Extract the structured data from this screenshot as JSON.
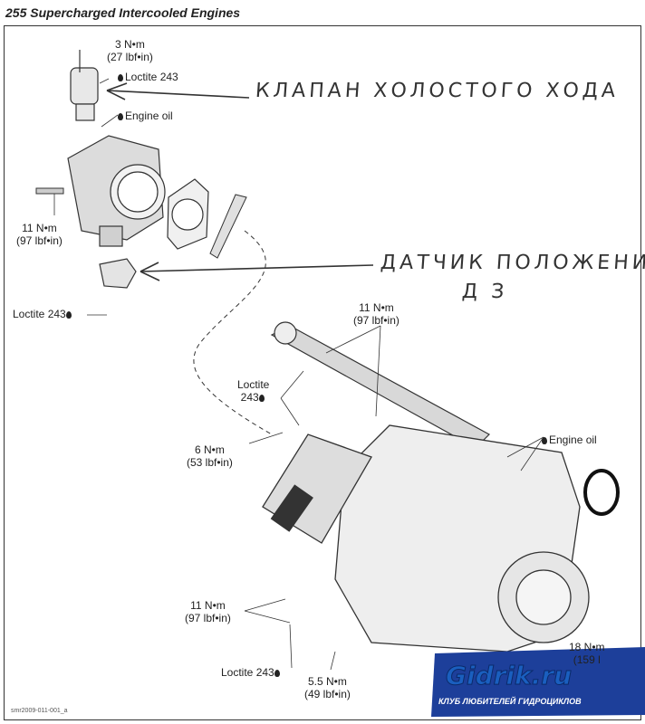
{
  "header": {
    "title": "255 Supercharged Intercooled Engines"
  },
  "labels": {
    "torque_3nm": "3 N•m",
    "torque_3nm_imp": "(27 lbf•in)",
    "loctite_top": "Loctite 243",
    "engine_oil_top": "Engine oil",
    "torque_11nm_left": "11 N•m",
    "torque_11nm_left_imp": "(97 lbf•in)",
    "loctite_left": "Loctite 243",
    "torque_11nm_rail": "11 N•m",
    "torque_11nm_rail_imp": "(97 lbf•in)",
    "loctite_mid_1": "Loctite",
    "loctite_mid_2": "243",
    "torque_6nm": "6 N•m",
    "torque_6nm_imp": "(53 lbf•in)",
    "engine_oil_right": "Engine oil",
    "torque_11nm_bottom": "11 N•m",
    "torque_11nm_bottom_imp": "(97 lbf•in)",
    "loctite_bottom": "Loctite 243",
    "torque_55nm": "5.5 N•m",
    "torque_55nm_imp": "(49 lbf•in)",
    "torque_18nm": "18 N•m",
    "torque_18nm_imp": "(159 l"
  },
  "annotations": {
    "idle_valve": "КЛАПАН ХОЛОСТОГО ХОДА",
    "position_sensor": "ДАТЧИК ПОЛОЖЕНИЯ",
    "position_sensor_2": "Д З"
  },
  "footer": {
    "code": "smr2009-011-001_a"
  },
  "logo": {
    "name": "Gidrik.ru",
    "subtitle": "КЛУБ ЛЮБИТЕЛЕЙ ГИДРОЦИКЛОВ",
    "color": "#1a5fbf"
  }
}
